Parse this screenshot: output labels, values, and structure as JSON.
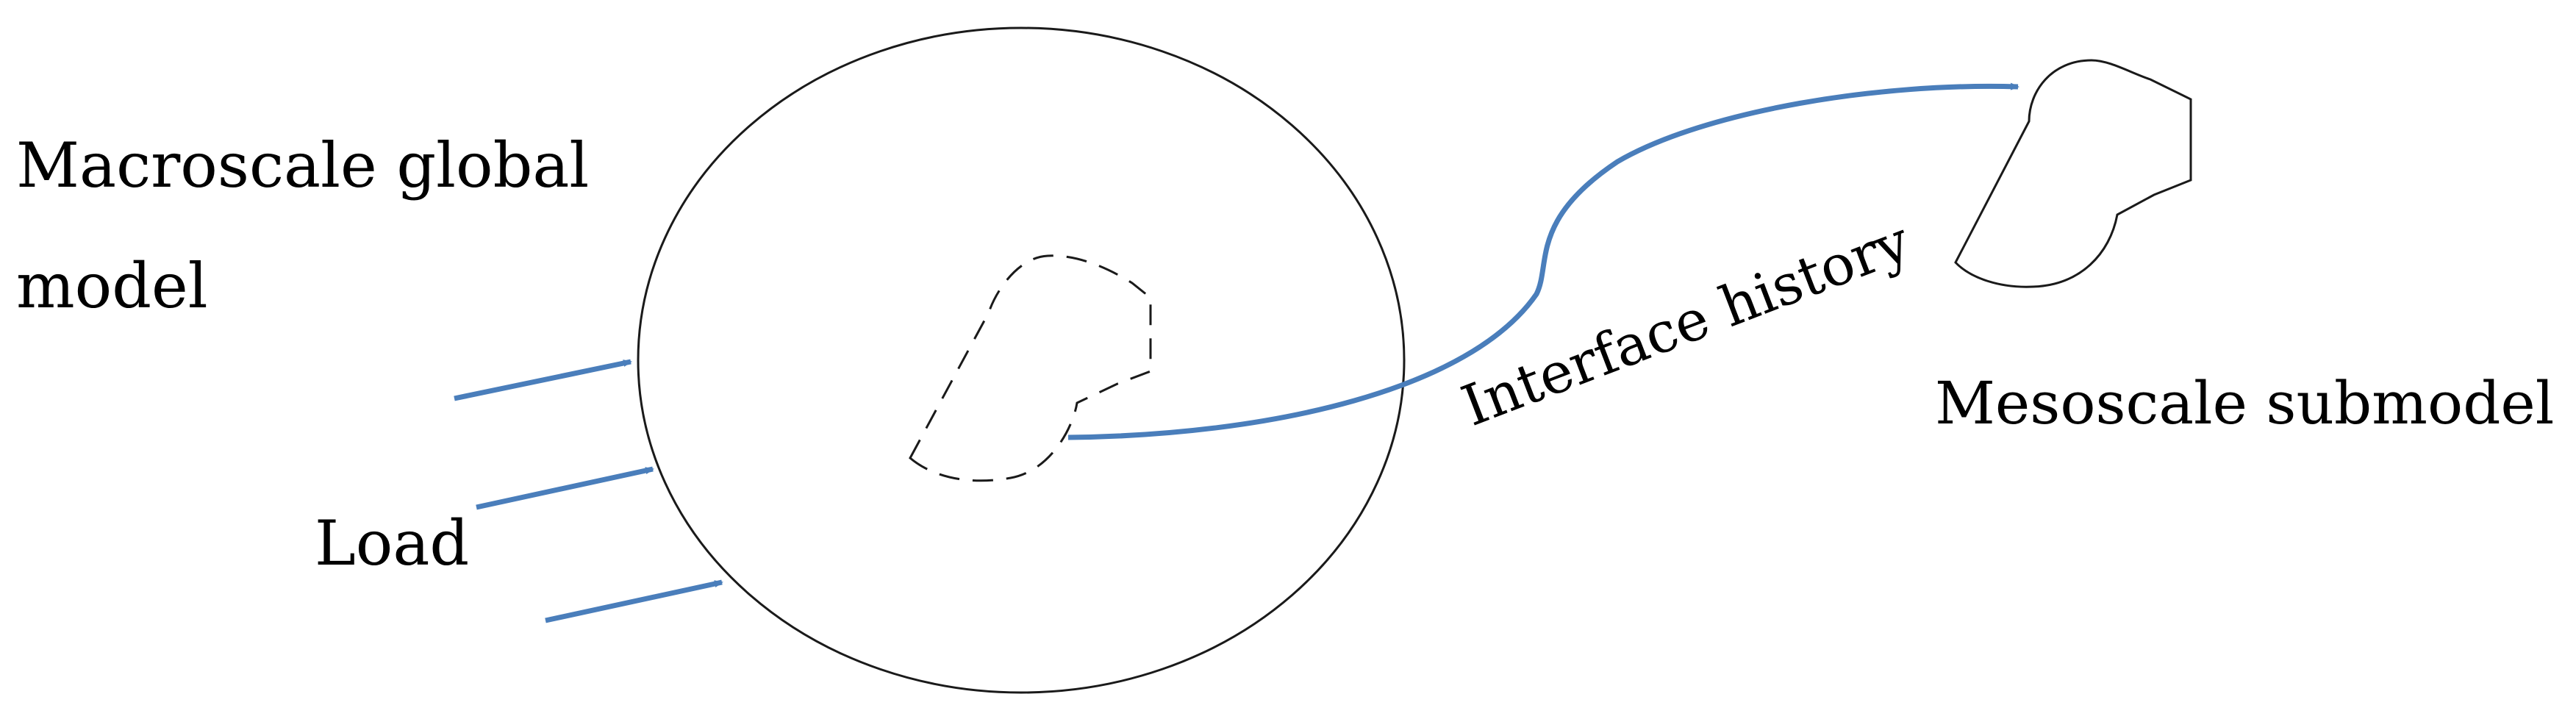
{
  "labels": {
    "global_model": [
      "Macroscale  global",
      "model"
    ],
    "load": "Load",
    "interface": "Interface history",
    "submodel": "Mesoscale submodel"
  },
  "colors": {
    "arrow": "#4a7ebb",
    "outline": "#1a1a1a",
    "background": "#ffffff"
  }
}
